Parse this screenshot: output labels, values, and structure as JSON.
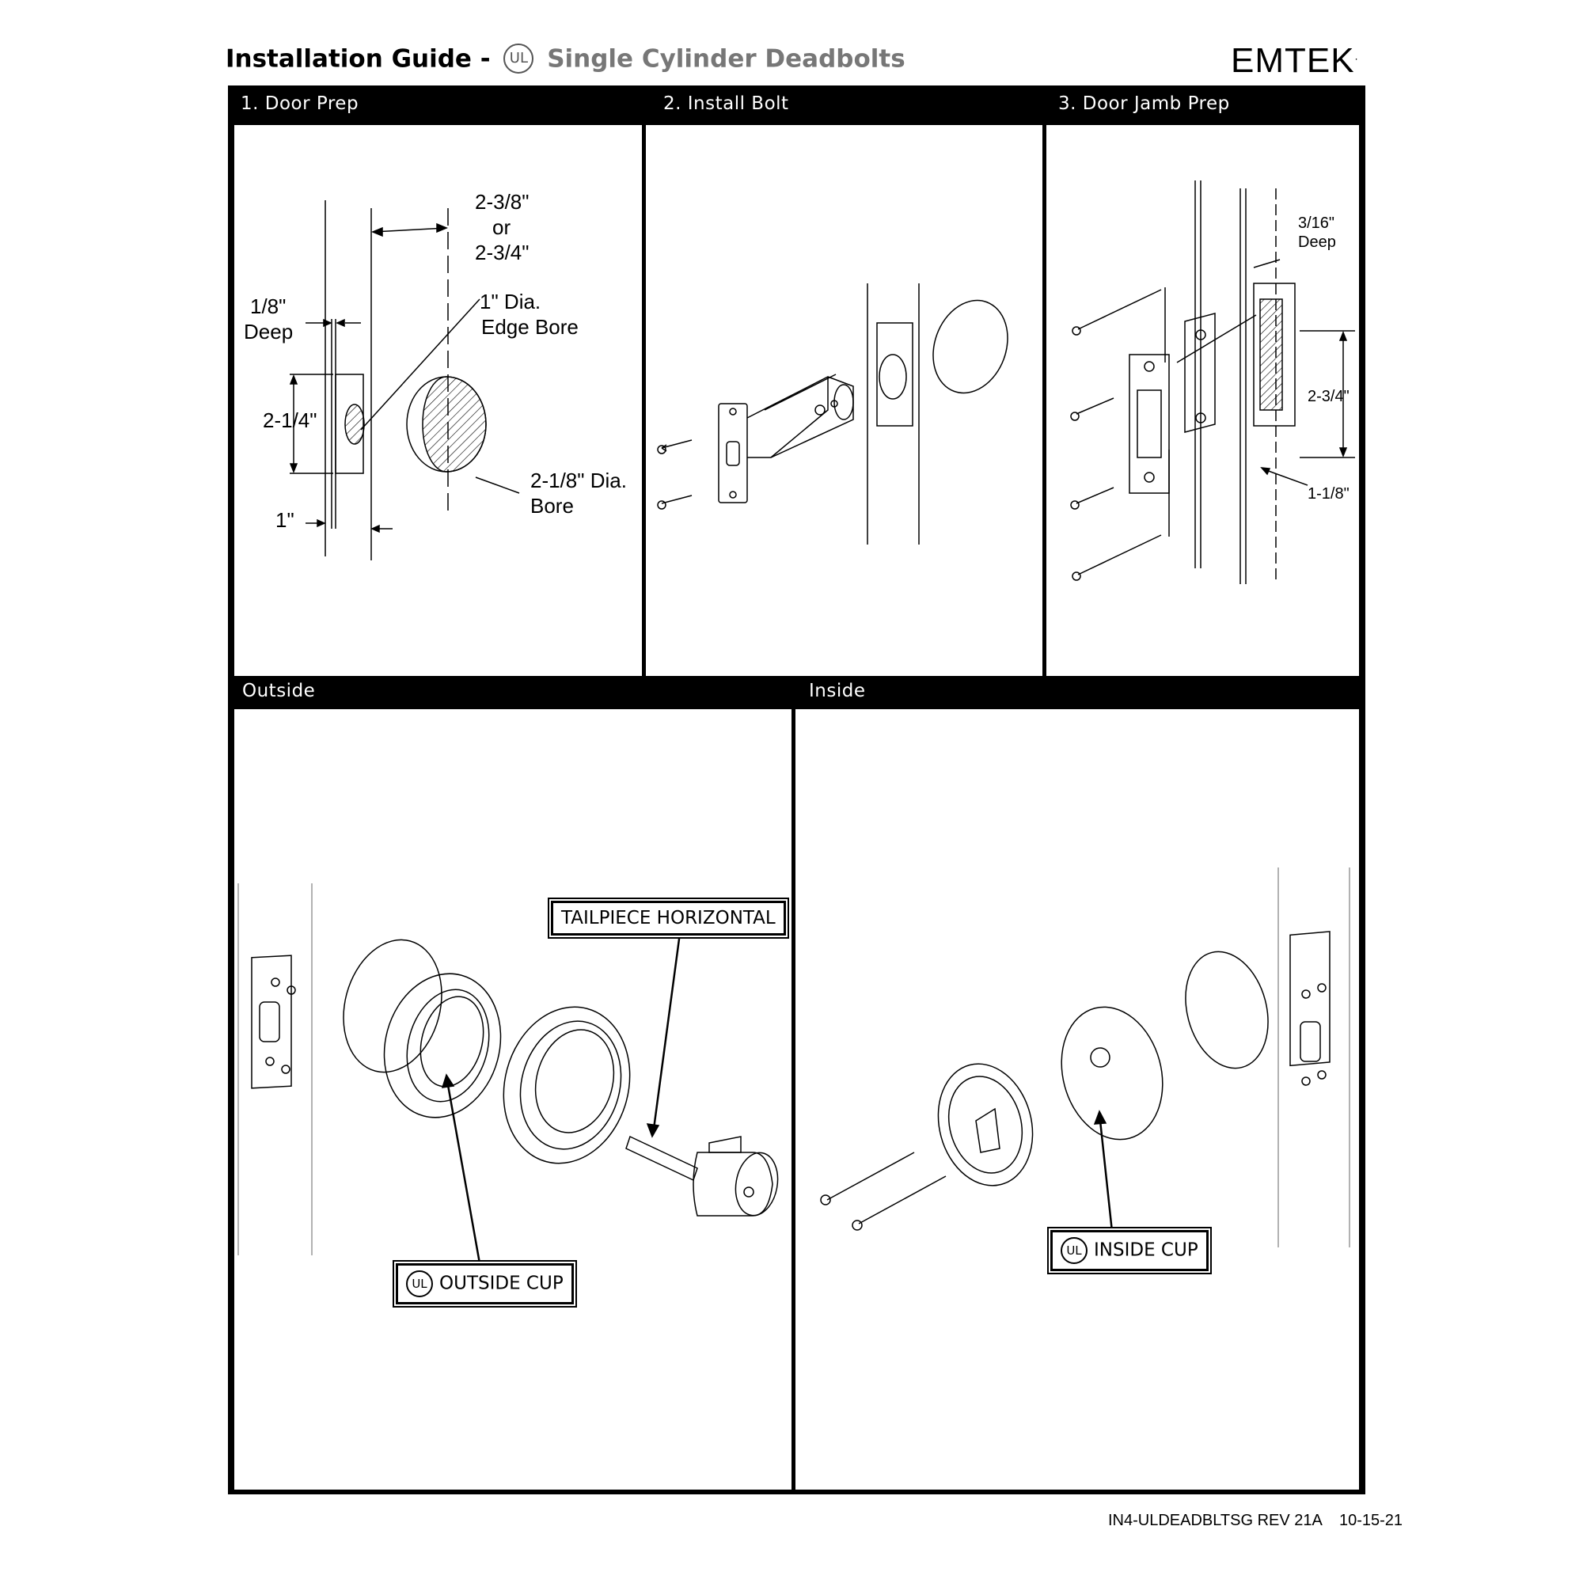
{
  "header": {
    "title_prefix": "Installation Guide -",
    "ul_mark": "UL",
    "title_suffix": "Single Cylinder Deadbolts",
    "brand": "EMTEK",
    "brand_mark": "."
  },
  "steps": [
    {
      "label": "1. Door Prep"
    },
    {
      "label": "2. Install Bolt"
    },
    {
      "label": "3. Door Jamb Prep"
    }
  ],
  "door_prep": {
    "dim_backset_1": "2-3/8\"",
    "dim_backset_or": "or",
    "dim_backset_2": "2-3/4\"",
    "dim_deep_1": "1/8\"",
    "dim_deep_2": "Deep",
    "edge_bore_1": "1\" Dia.",
    "edge_bore_2": "Edge Bore",
    "dim_height": "2-1/4\"",
    "bore_1": "2-1/8\" Dia.",
    "bore_2": "Bore",
    "dim_width": "1\""
  },
  "jamb_prep": {
    "deep_1": "3/16\"",
    "deep_2": "Deep",
    "height": "2-3/4\"",
    "width": "1-1/8\""
  },
  "sections": [
    {
      "label": "Outside"
    },
    {
      "label": "Inside"
    }
  ],
  "outside": {
    "tailpiece_label": "TAILPIECE HORIZONTAL",
    "cup_ul": "UL",
    "cup_label": "OUTSIDE CUP"
  },
  "inside": {
    "cup_ul": "UL",
    "cup_label": "INSIDE CUP"
  },
  "footer": {
    "doc_code": "IN4-ULDEADBLTSG REV 21A    10-15-21"
  }
}
